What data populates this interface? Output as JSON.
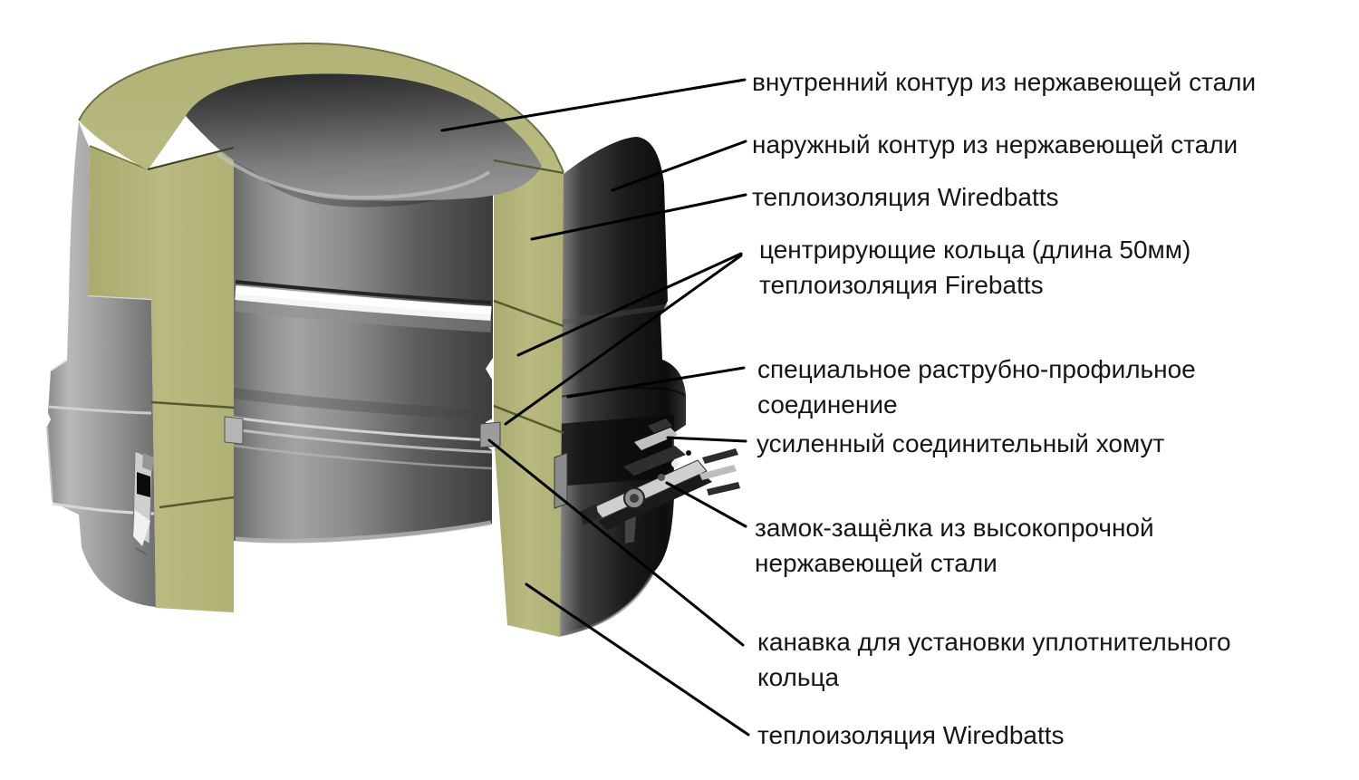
{
  "diagram": {
    "subject": "sandwich-chimney-cutaway",
    "background": "#ffffff",
    "palette": {
      "insulation": "#b5b77d",
      "insulation_edge": "#3c4020",
      "steel_light": "#b7b7b7",
      "steel_mid": "#8b8b8b",
      "steel_dark": "#141414",
      "shine_band": "#f7f7f7",
      "leader_line": "#000000",
      "text": "#161616"
    },
    "callouts": [
      {
        "id": "inner-contour",
        "text1": "внутренний контур из нержавеющей стали"
      },
      {
        "id": "outer-contour",
        "text1": "наружный контур из нержавеющей стали"
      },
      {
        "id": "insulation-top",
        "text1": "теплоизоляция Wiredbatts"
      },
      {
        "id": "centering-rings",
        "text1": "центрирующие кольца (длина 50мм)",
        "text2": "теплоизоляция Firebatts"
      },
      {
        "id": "socket-profile-joint",
        "text1": "специальное раструбно-профильное",
        "text2": "соединение"
      },
      {
        "id": "reinforced-clamp",
        "text1": "усиленный соединительный хомут"
      },
      {
        "id": "latch-lock",
        "text1": "замок-защёлка из высокопрочной",
        "text2": "нержавеющей стали"
      },
      {
        "id": "sealing-ring-groove",
        "text1": "канавка для установки уплотнительного",
        "text2": "кольца"
      },
      {
        "id": "insulation-bottom",
        "text1": "теплоизоляция Wiredbatts"
      }
    ]
  }
}
